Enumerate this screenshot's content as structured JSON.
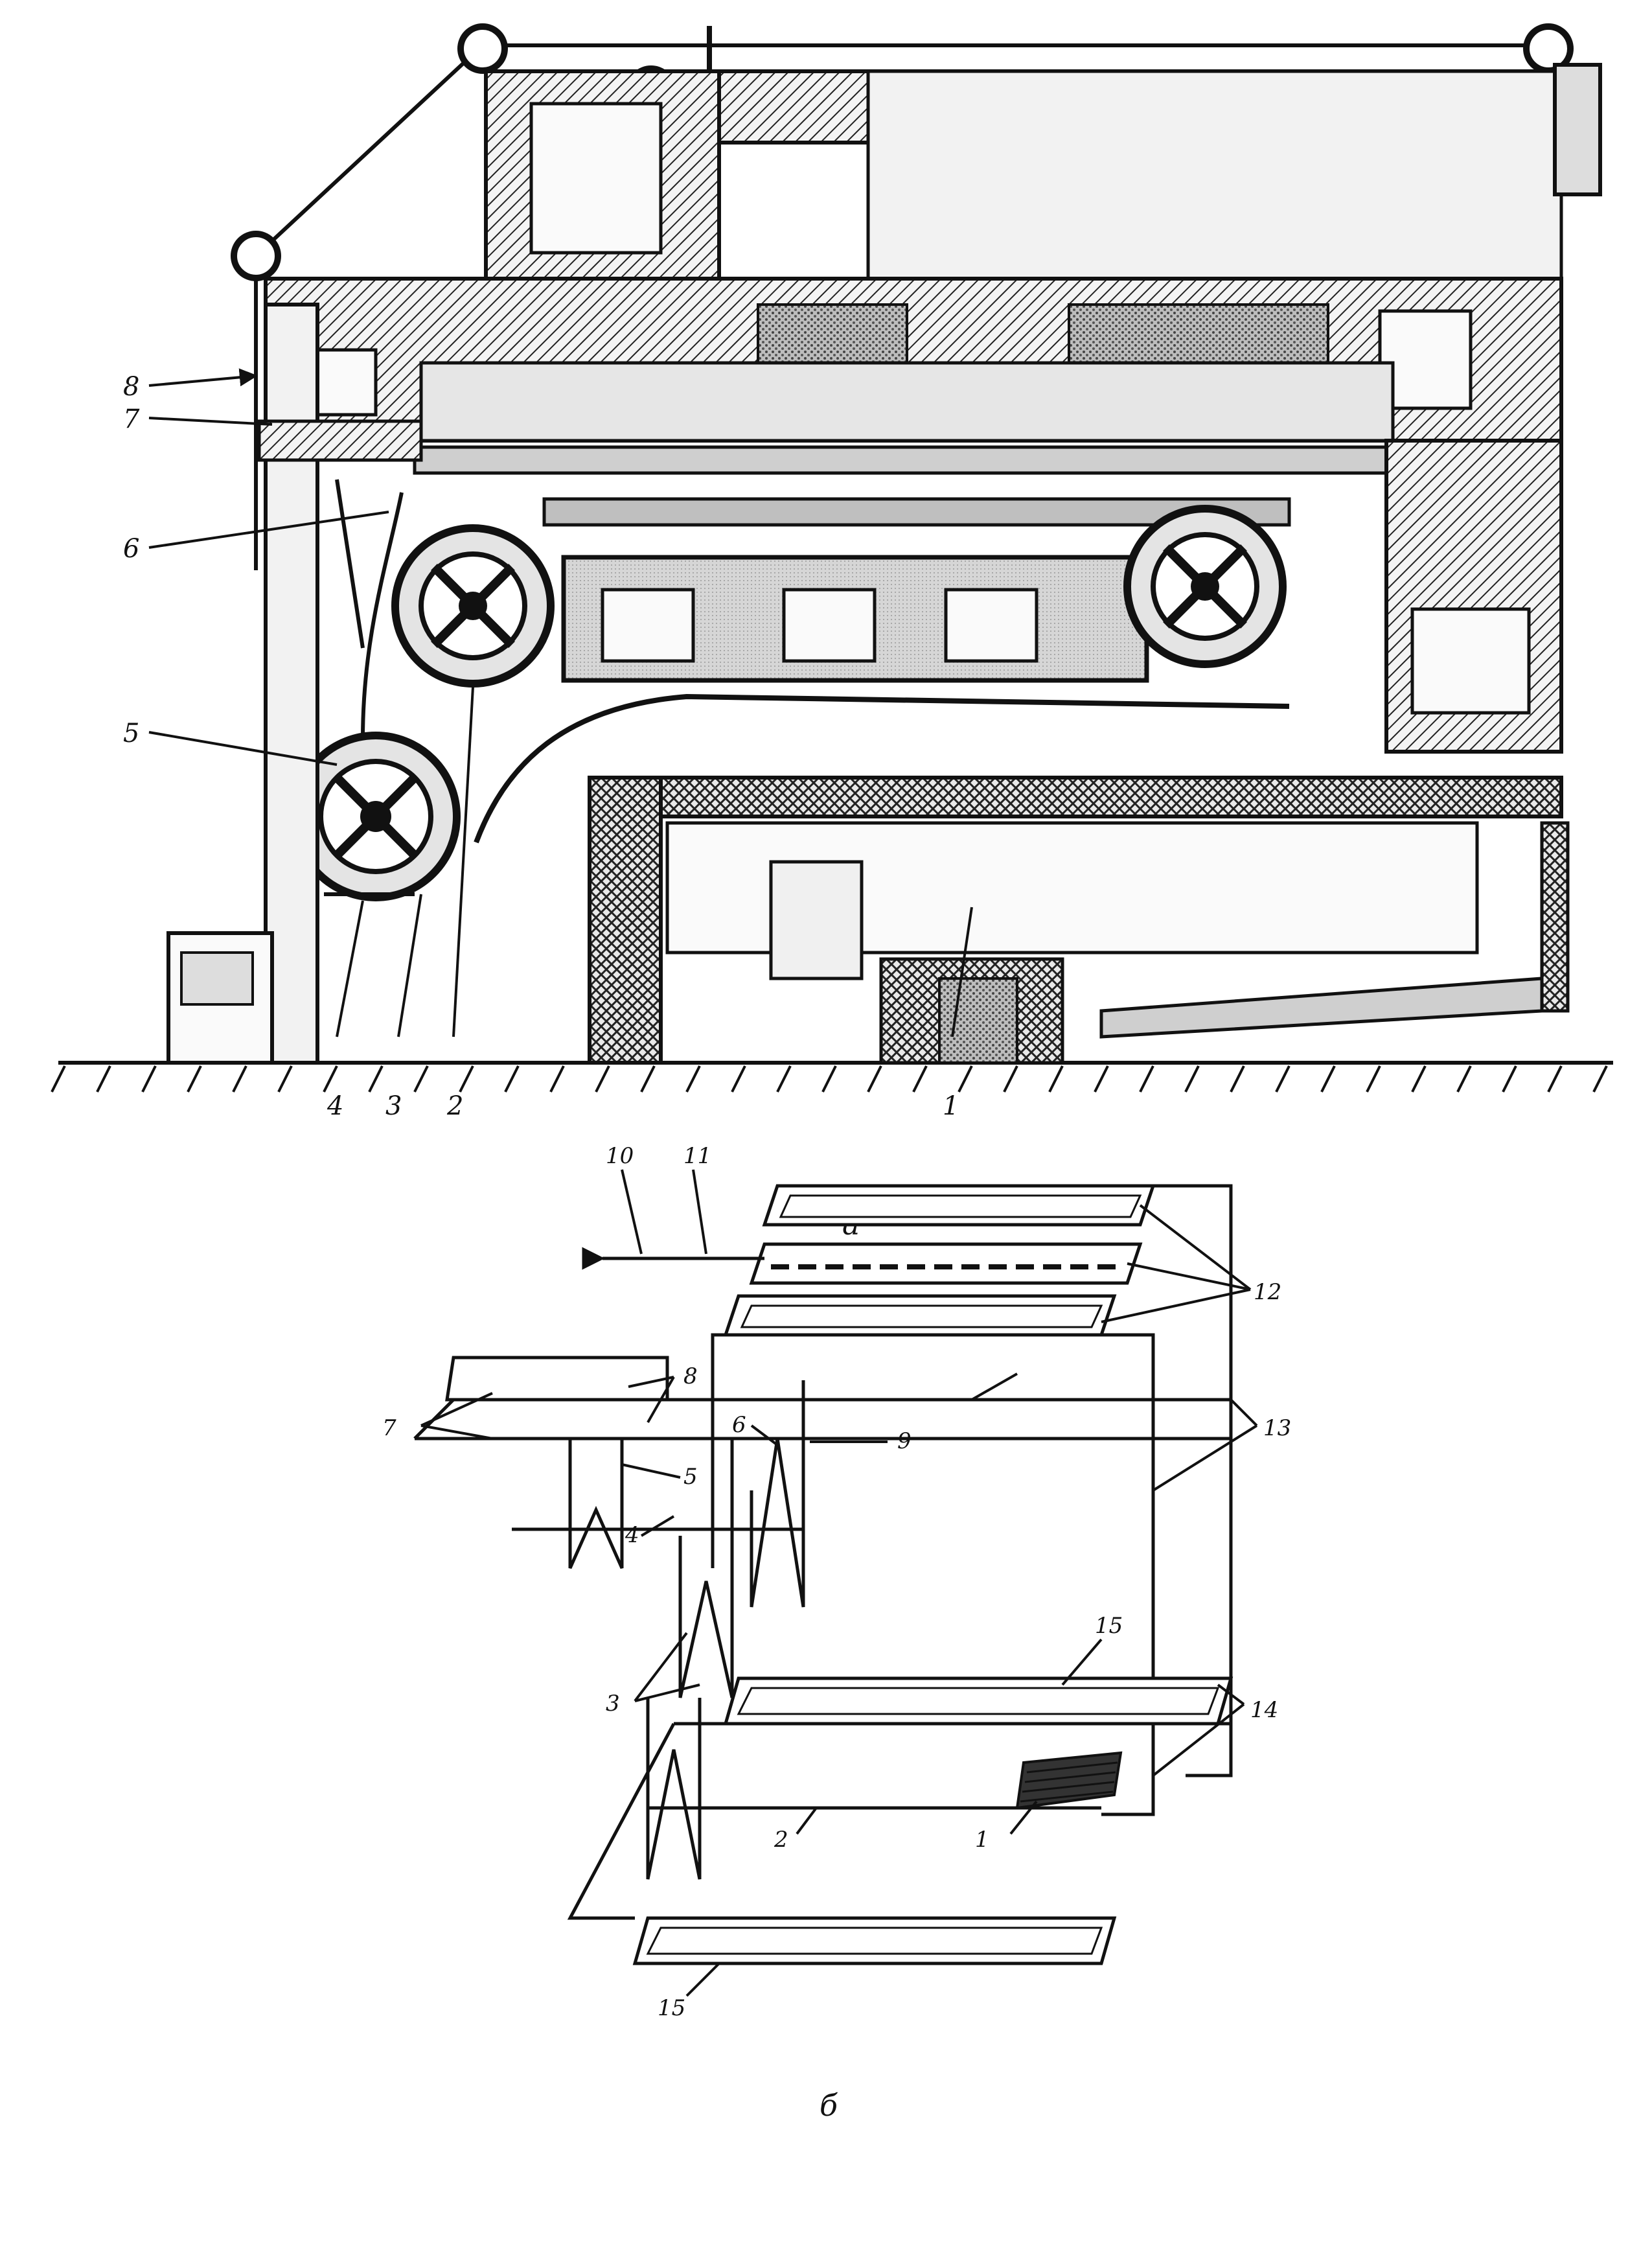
{
  "figure_a": {
    "caption": "а",
    "labels": [
      "1",
      "2",
      "3",
      "4",
      "5",
      "6",
      "7",
      "8"
    ]
  },
  "figure_b": {
    "caption": "б",
    "labels": [
      "1",
      "2",
      "3",
      "4",
      "5",
      "6",
      "7",
      "8",
      "9",
      "10",
      "11",
      "12",
      "13",
      "14",
      "15",
      "15"
    ]
  },
  "colors": {
    "ink": "#111111",
    "paper": "#ffffff",
    "hatch": "#222222"
  }
}
